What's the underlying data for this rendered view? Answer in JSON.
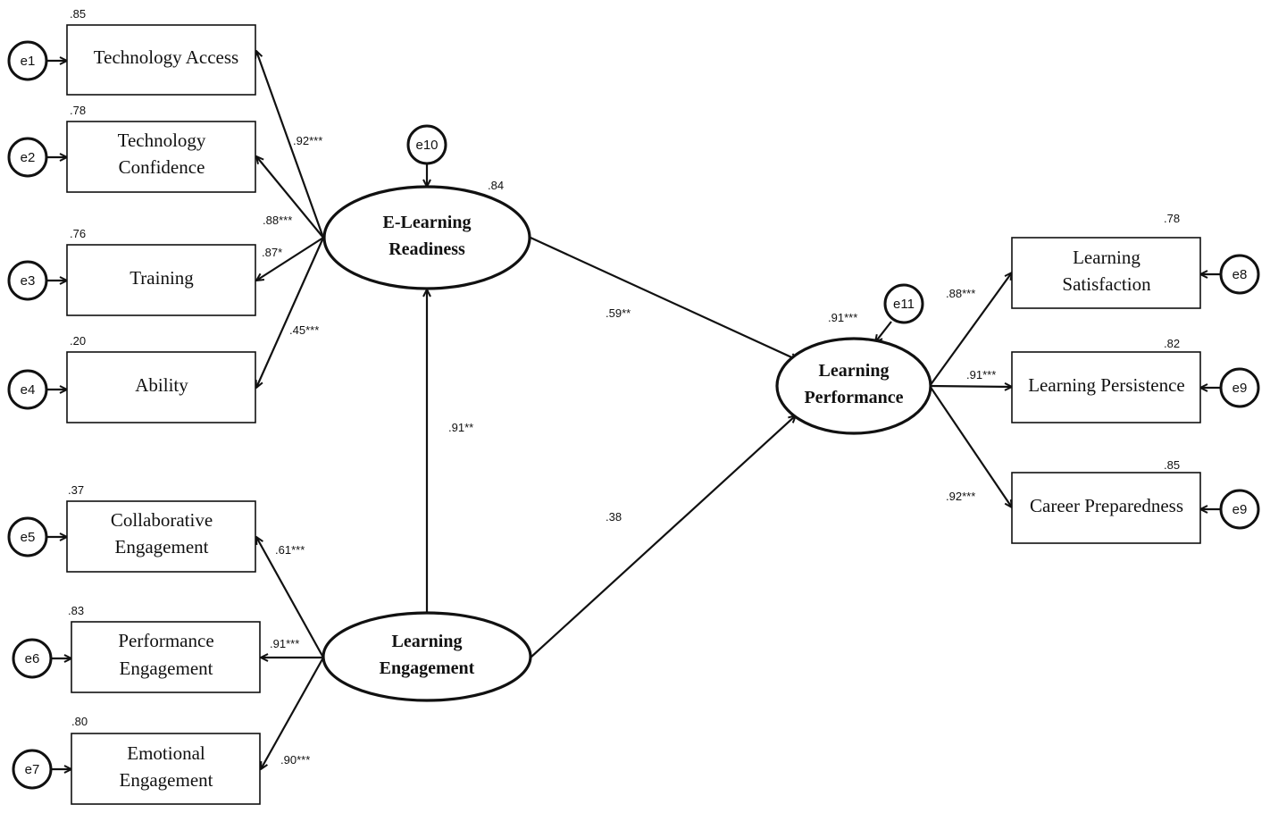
{
  "observed": {
    "ta": {
      "lines": [
        "Technology Access"
      ],
      "r2": ".85"
    },
    "tc": {
      "lines": [
        "Technology",
        "Confidence"
      ],
      "r2": ".78"
    },
    "tr": {
      "lines": [
        "Training"
      ],
      "r2": ".76"
    },
    "ab": {
      "lines": [
        "Ability"
      ],
      "r2": ".20"
    },
    "ce": {
      "lines": [
        "Collaborative",
        "Engagement"
      ],
      "r2": ".37"
    },
    "pe": {
      "lines": [
        "Performance",
        "Engagement"
      ],
      "r2": ".83"
    },
    "ee": {
      "lines": [
        "Emotional",
        "Engagement"
      ],
      "r2": ".80"
    },
    "ls": {
      "lines": [
        "Learning",
        "Satisfaction"
      ],
      "r2": ".78"
    },
    "lp": {
      "lines": [
        "Learning Persistence"
      ],
      "r2": ".82"
    },
    "cp": {
      "lines": [
        "Career Preparedness"
      ],
      "r2": ".85"
    }
  },
  "latent": {
    "elr": {
      "lines": [
        "E-Learning",
        "Readiness"
      ],
      "r2": ".84"
    },
    "le": {
      "lines": [
        "Learning",
        "Engagement"
      ]
    },
    "lperf": {
      "lines": [
        "Learning",
        "Performance"
      ],
      "r2": ".91***"
    }
  },
  "errors": {
    "e1": "e1",
    "e2": "e2",
    "e3": "e3",
    "e4": "e4",
    "e5": "e5",
    "e6": "e6",
    "e7": "e7",
    "e8": "e8",
    "e9a": "e9",
    "e9b": "e9",
    "e10": "e10",
    "e11": "e11"
  },
  "coefficients": {
    "elr_ta": ".92***",
    "elr_tc": ".88***",
    "elr_tr": ".87*",
    "elr_ab": ".45***",
    "le_ce": ".61***",
    "le_pe": ".91***",
    "le_ee": ".90***",
    "le_elr": ".91**",
    "elr_lperf": ".59**",
    "le_lperf": ".38",
    "lperf_ls": ".88***",
    "lperf_lp": ".91***",
    "lperf_cp": ".92***"
  }
}
